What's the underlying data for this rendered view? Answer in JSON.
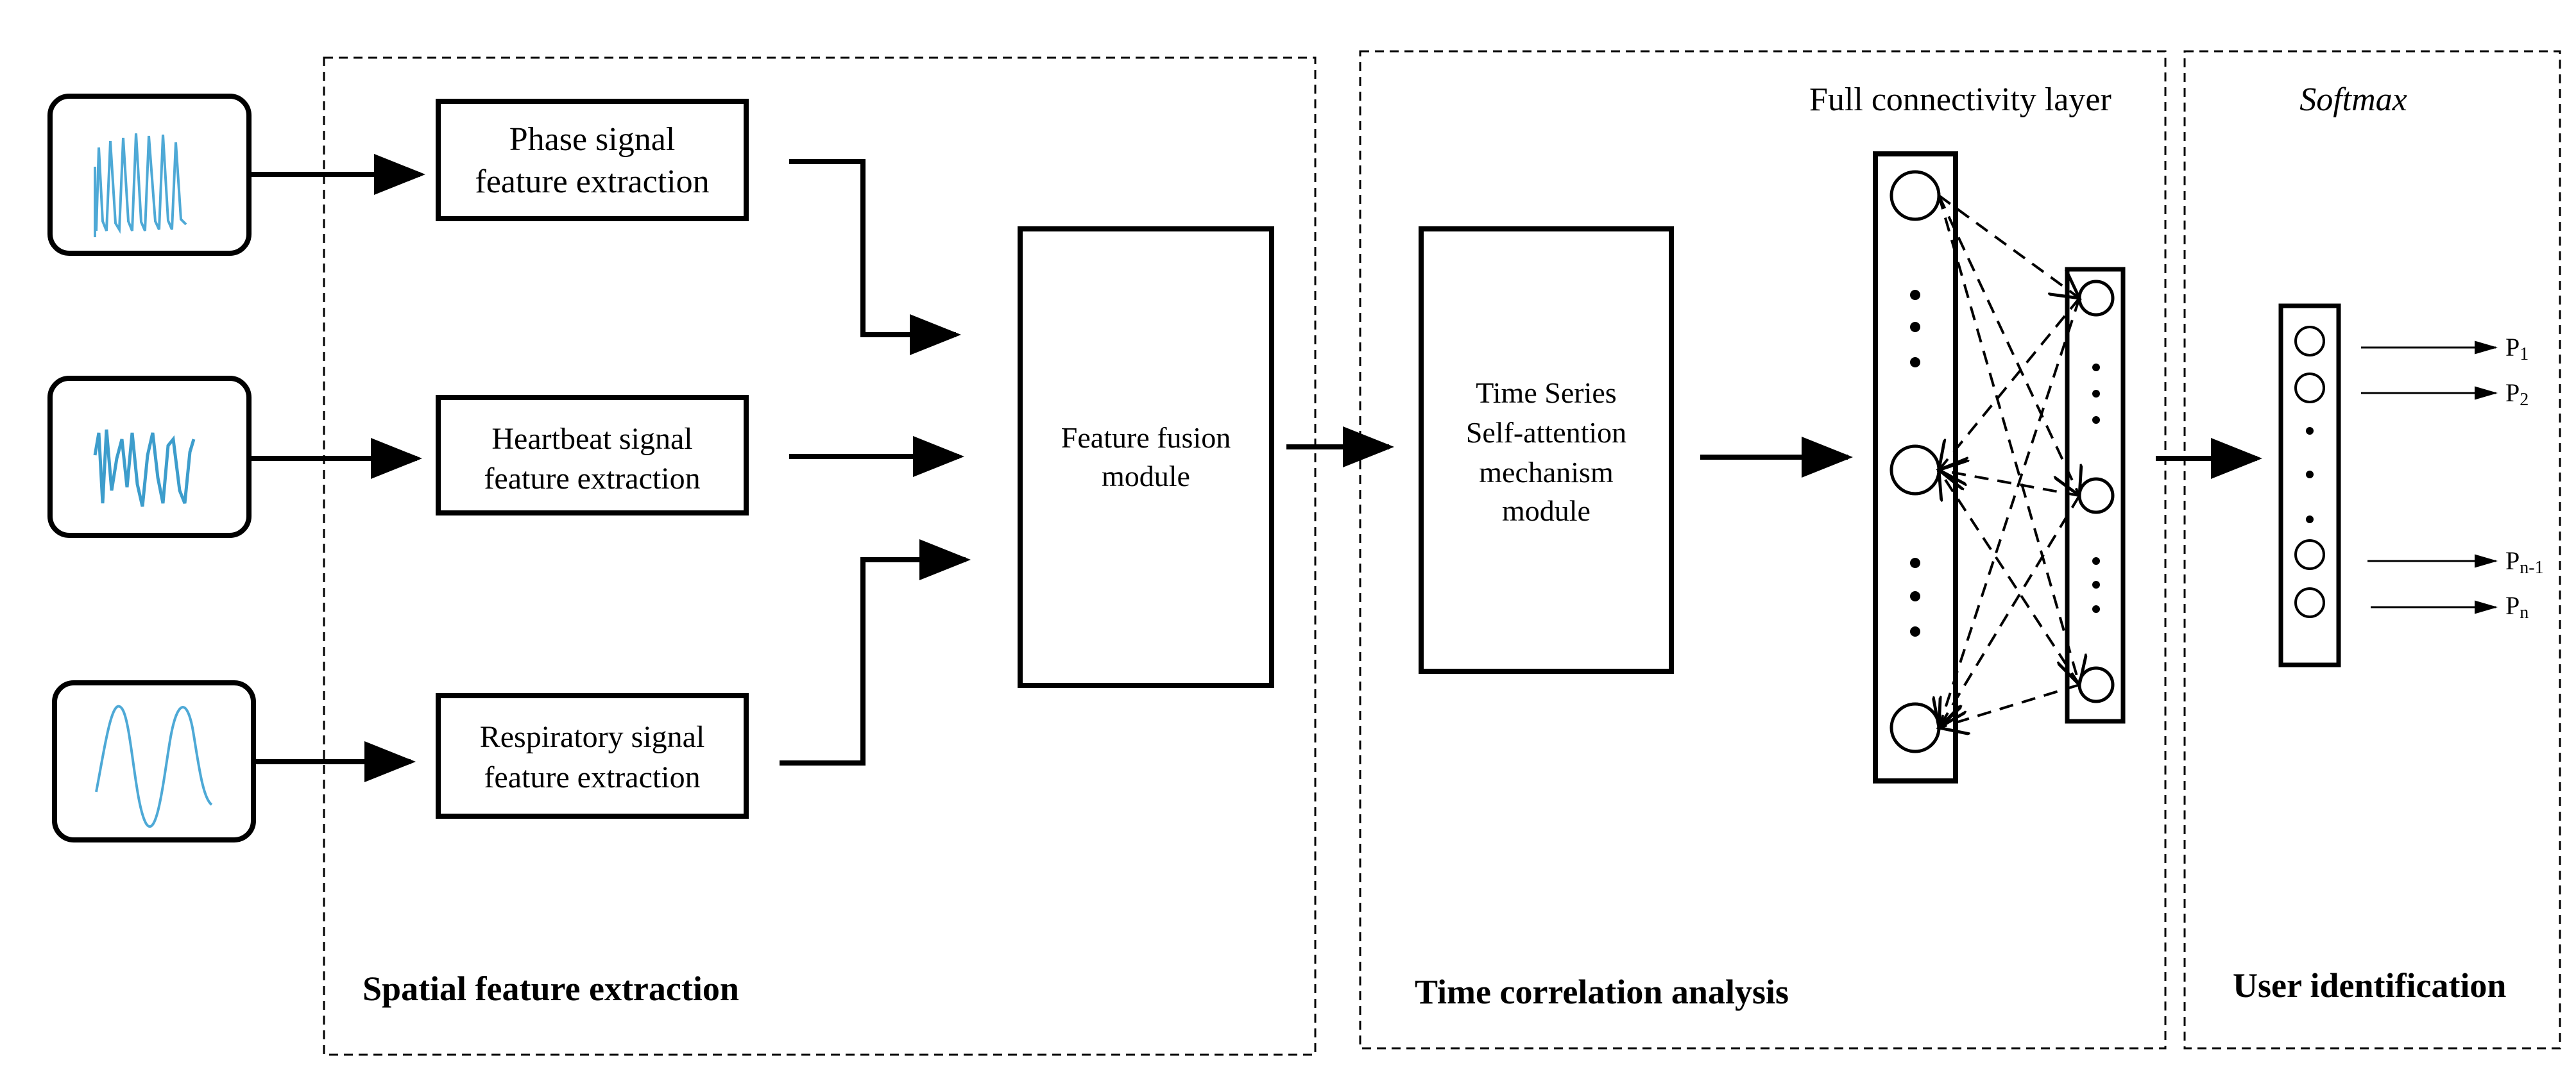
{
  "inputs": [
    {
      "label_line1": "Phase signal",
      "label_line2": "feature extraction",
      "waveform": "phase-waveform",
      "color": "#4ea9d6"
    },
    {
      "label_line1": "Heartbeat signal",
      "label_line2": "feature extraction",
      "waveform": "heartbeat-waveform",
      "color": "#3d9dcc"
    },
    {
      "label_line1": "Respiratory signal",
      "label_line2": "feature extraction",
      "waveform": "respiratory-waveform",
      "color": "#4ea9d6"
    }
  ],
  "fusion": {
    "line1": "Feature fusion",
    "line2": "module"
  },
  "attention": {
    "line1": "Time Series",
    "line2": "Self-attention",
    "line3": "mechanism",
    "line4": "module"
  },
  "fc_label": "Full connectivity layer",
  "softmax_label": "Softmax",
  "sections": {
    "spatial": "Spatial feature extraction",
    "temporal": "Time correlation analysis",
    "user": "User identification"
  },
  "outputs": [
    {
      "base": "P",
      "sub": "1"
    },
    {
      "base": "P",
      "sub": "2"
    },
    {
      "base": "P",
      "sub": "n-1"
    },
    {
      "base": "P",
      "sub": "n"
    }
  ]
}
